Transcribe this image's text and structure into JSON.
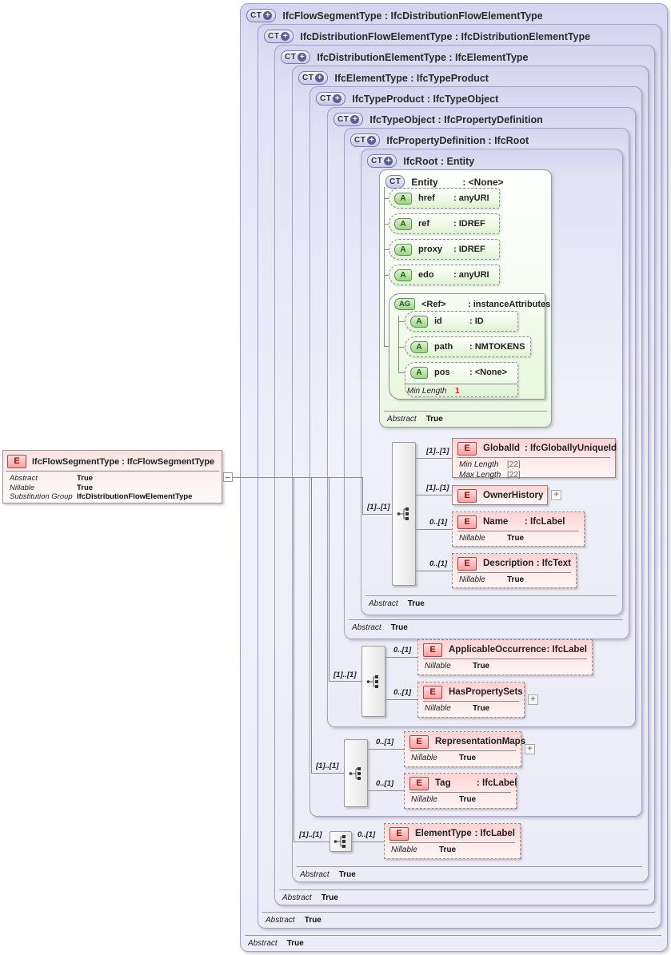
{
  "palette": {
    "lavender_fill": "#d4d4f0",
    "lavender_border": "#a3a3c2",
    "pink_fill": "#ffd2d2",
    "pink_badge_border": "#a84848",
    "green_fill": "#eef9e6",
    "green_badge_border": "#5f8f4f",
    "line_gray": "#8a8a8a",
    "facet_red": "#d02020"
  },
  "badges": {
    "ct": "CT",
    "plus": "+",
    "e": "E",
    "a": "A",
    "ag": "AG",
    "expander": "+",
    "min_label": "Min Length",
    "max_label": "Max Length"
  },
  "root_element": {
    "title": "IfcFlowSegmentType : IfcFlowSegmentType",
    "properties": [
      {
        "label": "Abstract",
        "value": "True"
      },
      {
        "label": "Nillable",
        "value": "True"
      },
      {
        "label": "Substitution Group",
        "value": "IfcDistributionFlowElementType"
      }
    ]
  },
  "types": [
    {
      "title": "IfcFlowSegmentType : IfcDistributionFlowElementType",
      "footer": {
        "label": "Abstract",
        "value": "True"
      }
    },
    {
      "title": "IfcDistributionFlowElementType : IfcDistributionElementType",
      "footer": {
        "label": "Abstract",
        "value": "True"
      }
    },
    {
      "title": "IfcDistributionElementType : IfcElementType",
      "footer": {
        "label": "Abstract",
        "value": "True"
      }
    },
    {
      "title": "IfcElementType : IfcTypeProduct",
      "footer": {
        "label": "Abstract",
        "value": "True"
      }
    },
    {
      "title": "IfcTypeProduct : IfcTypeObject"
    },
    {
      "title": "IfcTypeObject : IfcPropertyDefinition"
    },
    {
      "title": "IfcPropertyDefinition : IfcRoot",
      "footer": {
        "label": "Abstract",
        "value": "True"
      }
    },
    {
      "title": "IfcRoot : Entity",
      "footer": {
        "label": "Abstract",
        "value": "True"
      }
    }
  ],
  "entity": {
    "name": "Entity",
    "type": ": <None>",
    "attributes": [
      {
        "name": "href",
        "type": ": anyURI"
      },
      {
        "name": "ref",
        "type": ": IDREF"
      },
      {
        "name": "proxy",
        "type": ": IDREF"
      },
      {
        "name": "edo",
        "type": ": anyURI"
      }
    ],
    "group": {
      "name": "<Ref>",
      "type": ": instanceAttributes",
      "attributes": [
        {
          "name": "id",
          "type": ": ID"
        },
        {
          "name": "path",
          "type": ": NMTOKENS"
        },
        {
          "name": "pos",
          "type": ": <None>",
          "facet": {
            "label": "Min Length",
            "value": "1"
          }
        }
      ]
    },
    "footer": {
      "label": "Abstract",
      "value": "True"
    }
  },
  "sequences": [
    {
      "cardinality": "[1]..[1]"
    },
    {
      "cardinality": "[1]..[1]"
    },
    {
      "cardinality": "[1]..[1]"
    },
    {
      "cardinality": "[1]..[1]"
    }
  ],
  "elements": [
    {
      "name": "GlobalId",
      "type": ": IfcGloballyUniqueId",
      "cardinality": "[1]..[1]",
      "facets": [
        {
          "label": "Min Length",
          "value": "[22]"
        },
        {
          "label": "Max Length",
          "value": "[22]"
        }
      ]
    },
    {
      "name": "OwnerHistory",
      "cardinality": "[1]..[1]"
    },
    {
      "name": "Name",
      "type": ": IfcLabel",
      "cardinality": "0..[1]",
      "facets": [
        {
          "label": "Nillable",
          "value": "True"
        }
      ]
    },
    {
      "name": "Description",
      "type": ": IfcText",
      "cardinality": "0..[1]",
      "facets": [
        {
          "label": "Nillable",
          "value": "True"
        }
      ]
    },
    {
      "name": "ApplicableOccurrence",
      "type": ": IfcLabel",
      "cardinality": "0..[1]",
      "facets": [
        {
          "label": "Nillable",
          "value": "True"
        }
      ]
    },
    {
      "name": "HasPropertySets",
      "cardinality": "0..[1]",
      "facets": [
        {
          "label": "Nillable",
          "value": "True"
        }
      ]
    },
    {
      "name": "RepresentationMaps",
      "cardinality": "0..[1]",
      "facets": [
        {
          "label": "Nillable",
          "value": "True"
        }
      ]
    },
    {
      "name": "Tag",
      "type": ": IfcLabel",
      "cardinality": "0..[1]",
      "facets": [
        {
          "label": "Nillable",
          "value": "True"
        }
      ]
    },
    {
      "name": "ElementType",
      "type": ": IfcLabel",
      "cardinality": "0..[1]",
      "facets": [
        {
          "label": "Nillable",
          "value": "True"
        }
      ]
    }
  ]
}
